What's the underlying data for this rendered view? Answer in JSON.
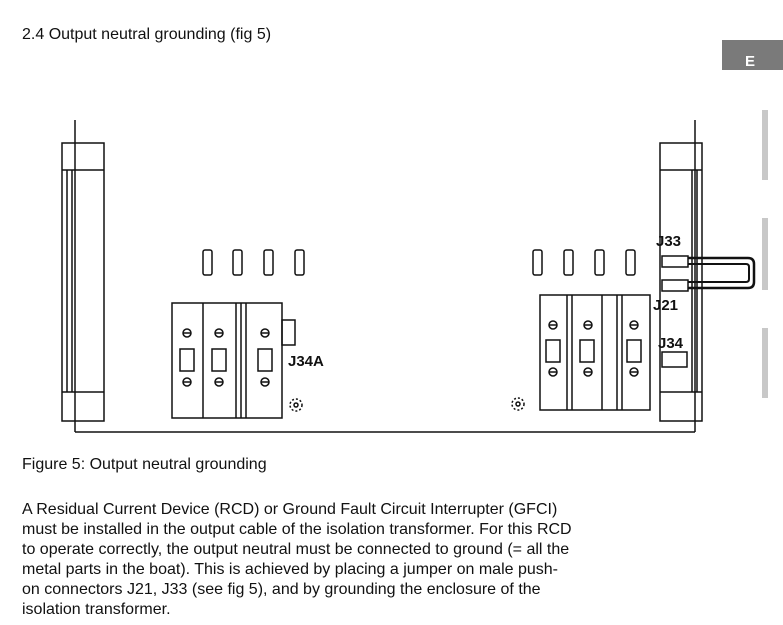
{
  "section": {
    "title": "2.4 Output neutral grounding (fig 5)",
    "tab_letter": "E"
  },
  "figure": {
    "labels": {
      "j33": "J33",
      "j21": "J21",
      "j34": "J34",
      "j34a": "J34A"
    },
    "caption": "Figure 5: Output neutral grounding"
  },
  "body": {
    "lines": [
      "A Residual Current Device (RCD) or Ground Fault Circuit Interrupter (GFCI)",
      "must be installed in the output cable of the isolation transformer. For this RCD",
      "to operate correctly, the output neutral must be connected to ground (= all the",
      "metal parts in the boat). This is achieved by placing a jumper on male push-",
      "on connectors J21, J33 (see fig 5), and by grounding the enclosure of the",
      "isolation transformer."
    ]
  }
}
